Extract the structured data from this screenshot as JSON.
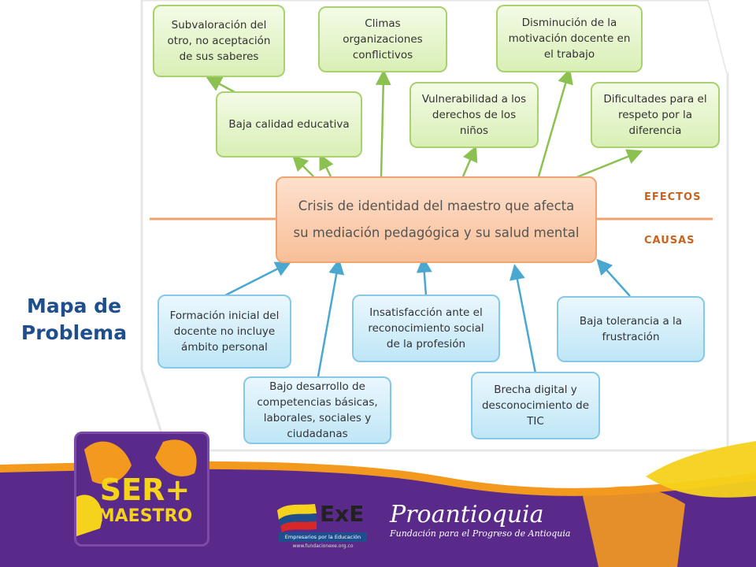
{
  "slide": {
    "title_line1": "Mapa de",
    "title_line2": "Problema"
  },
  "diagram": {
    "core": {
      "line1": "Crisis de identidad del maestro que afecta",
      "line2": "su mediación pedagógica y su salud mental"
    },
    "labels": {
      "effects": "EFECTOS",
      "causes": "CAUSAS"
    },
    "effects": [
      "Subvaloración del otro, no aceptación de sus saberes",
      "Climas organizaciones conflictivos",
      "Disminución de la motivación docente en el trabajo",
      "Baja calidad educativa",
      "Vulnerabilidad a los derechos de los niños",
      "Dificultades para el respeto por la diferencia"
    ],
    "causes": [
      "Formación inicial del docente no incluye ámbito personal",
      "Insatisfacción ante el reconocimiento social de la profesión",
      "Baja tolerancia a la frustración",
      "Bajo desarrollo de competencias básicas, laborales, sociales y ciudadanas",
      "Brecha digital y desconocimiento de TIC"
    ]
  },
  "footer": {
    "logo_ser_maestro": {
      "line1": "SER+",
      "line2": "MAESTRO"
    },
    "logo_exe": {
      "mark": "ExE",
      "caption": "Empresarios por la Educación",
      "url": "www.fundacionexe.org.co"
    },
    "proantioquia": {
      "name": "Proantioquia",
      "tagline": "Fundación para el Progreso de Antioquia"
    }
  },
  "colors": {
    "title": "#1f4e8c",
    "effects_fill": "#d9efb6",
    "causes_fill": "#bfe6f7",
    "core_fill": "#f8bf98",
    "footer_purple": "#5a2a8a",
    "footer_orange": "#f39a1e"
  }
}
